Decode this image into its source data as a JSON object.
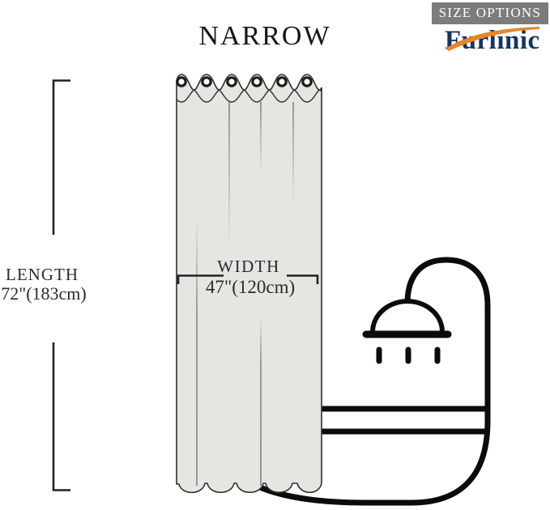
{
  "badge": {
    "label": "SIZE OPTIONS"
  },
  "brand": {
    "name": "Furlinic"
  },
  "title": "NARROW",
  "measurements": {
    "width_label": "WIDTH",
    "width_value": "47\"(120cm)",
    "length_label": "LENGTH",
    "length_value": "72\"(183cm)"
  },
  "illustration": {
    "subject": "shower curtain size diagram",
    "grommet_count": 6,
    "icons": [
      "grommet-icon",
      "shower-head-icon",
      "bathtub-icon",
      "width-bracket",
      "length-bracket"
    ]
  },
  "colors": {
    "badge_bg": "#7c7c7c",
    "badge_text": "#ffffff",
    "brand_navy": "#16355e",
    "brand_orange": "#e8862b",
    "curtain_fill": "#e6e5e2",
    "outline_dark": "#0b0b0b"
  }
}
